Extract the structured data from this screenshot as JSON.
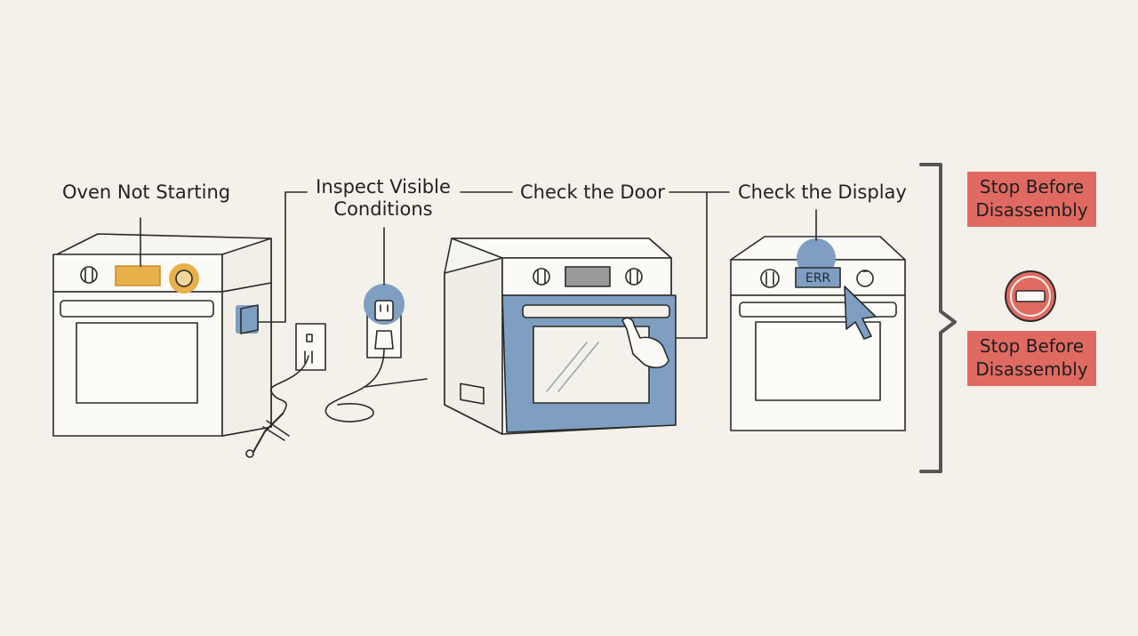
{
  "steps": {
    "step1": "Oven Not Starting",
    "step2_line1": "Inspect Visible",
    "step2_line2": "Conditions",
    "step3": "Check the Door",
    "step4": "Check the Display"
  },
  "display": {
    "error_code": "ERR"
  },
  "outcomes": {
    "top_line1": "Stop Before",
    "top_line2": "Disassembly",
    "bottom_line1": "Stop Before",
    "bottom_line2": "Disassembly"
  },
  "colors": {
    "background": "#f4f1ea",
    "highlight_orange": "#e8b04a",
    "highlight_blue": "#7f9fc2",
    "stop_red": "#e06a62"
  }
}
